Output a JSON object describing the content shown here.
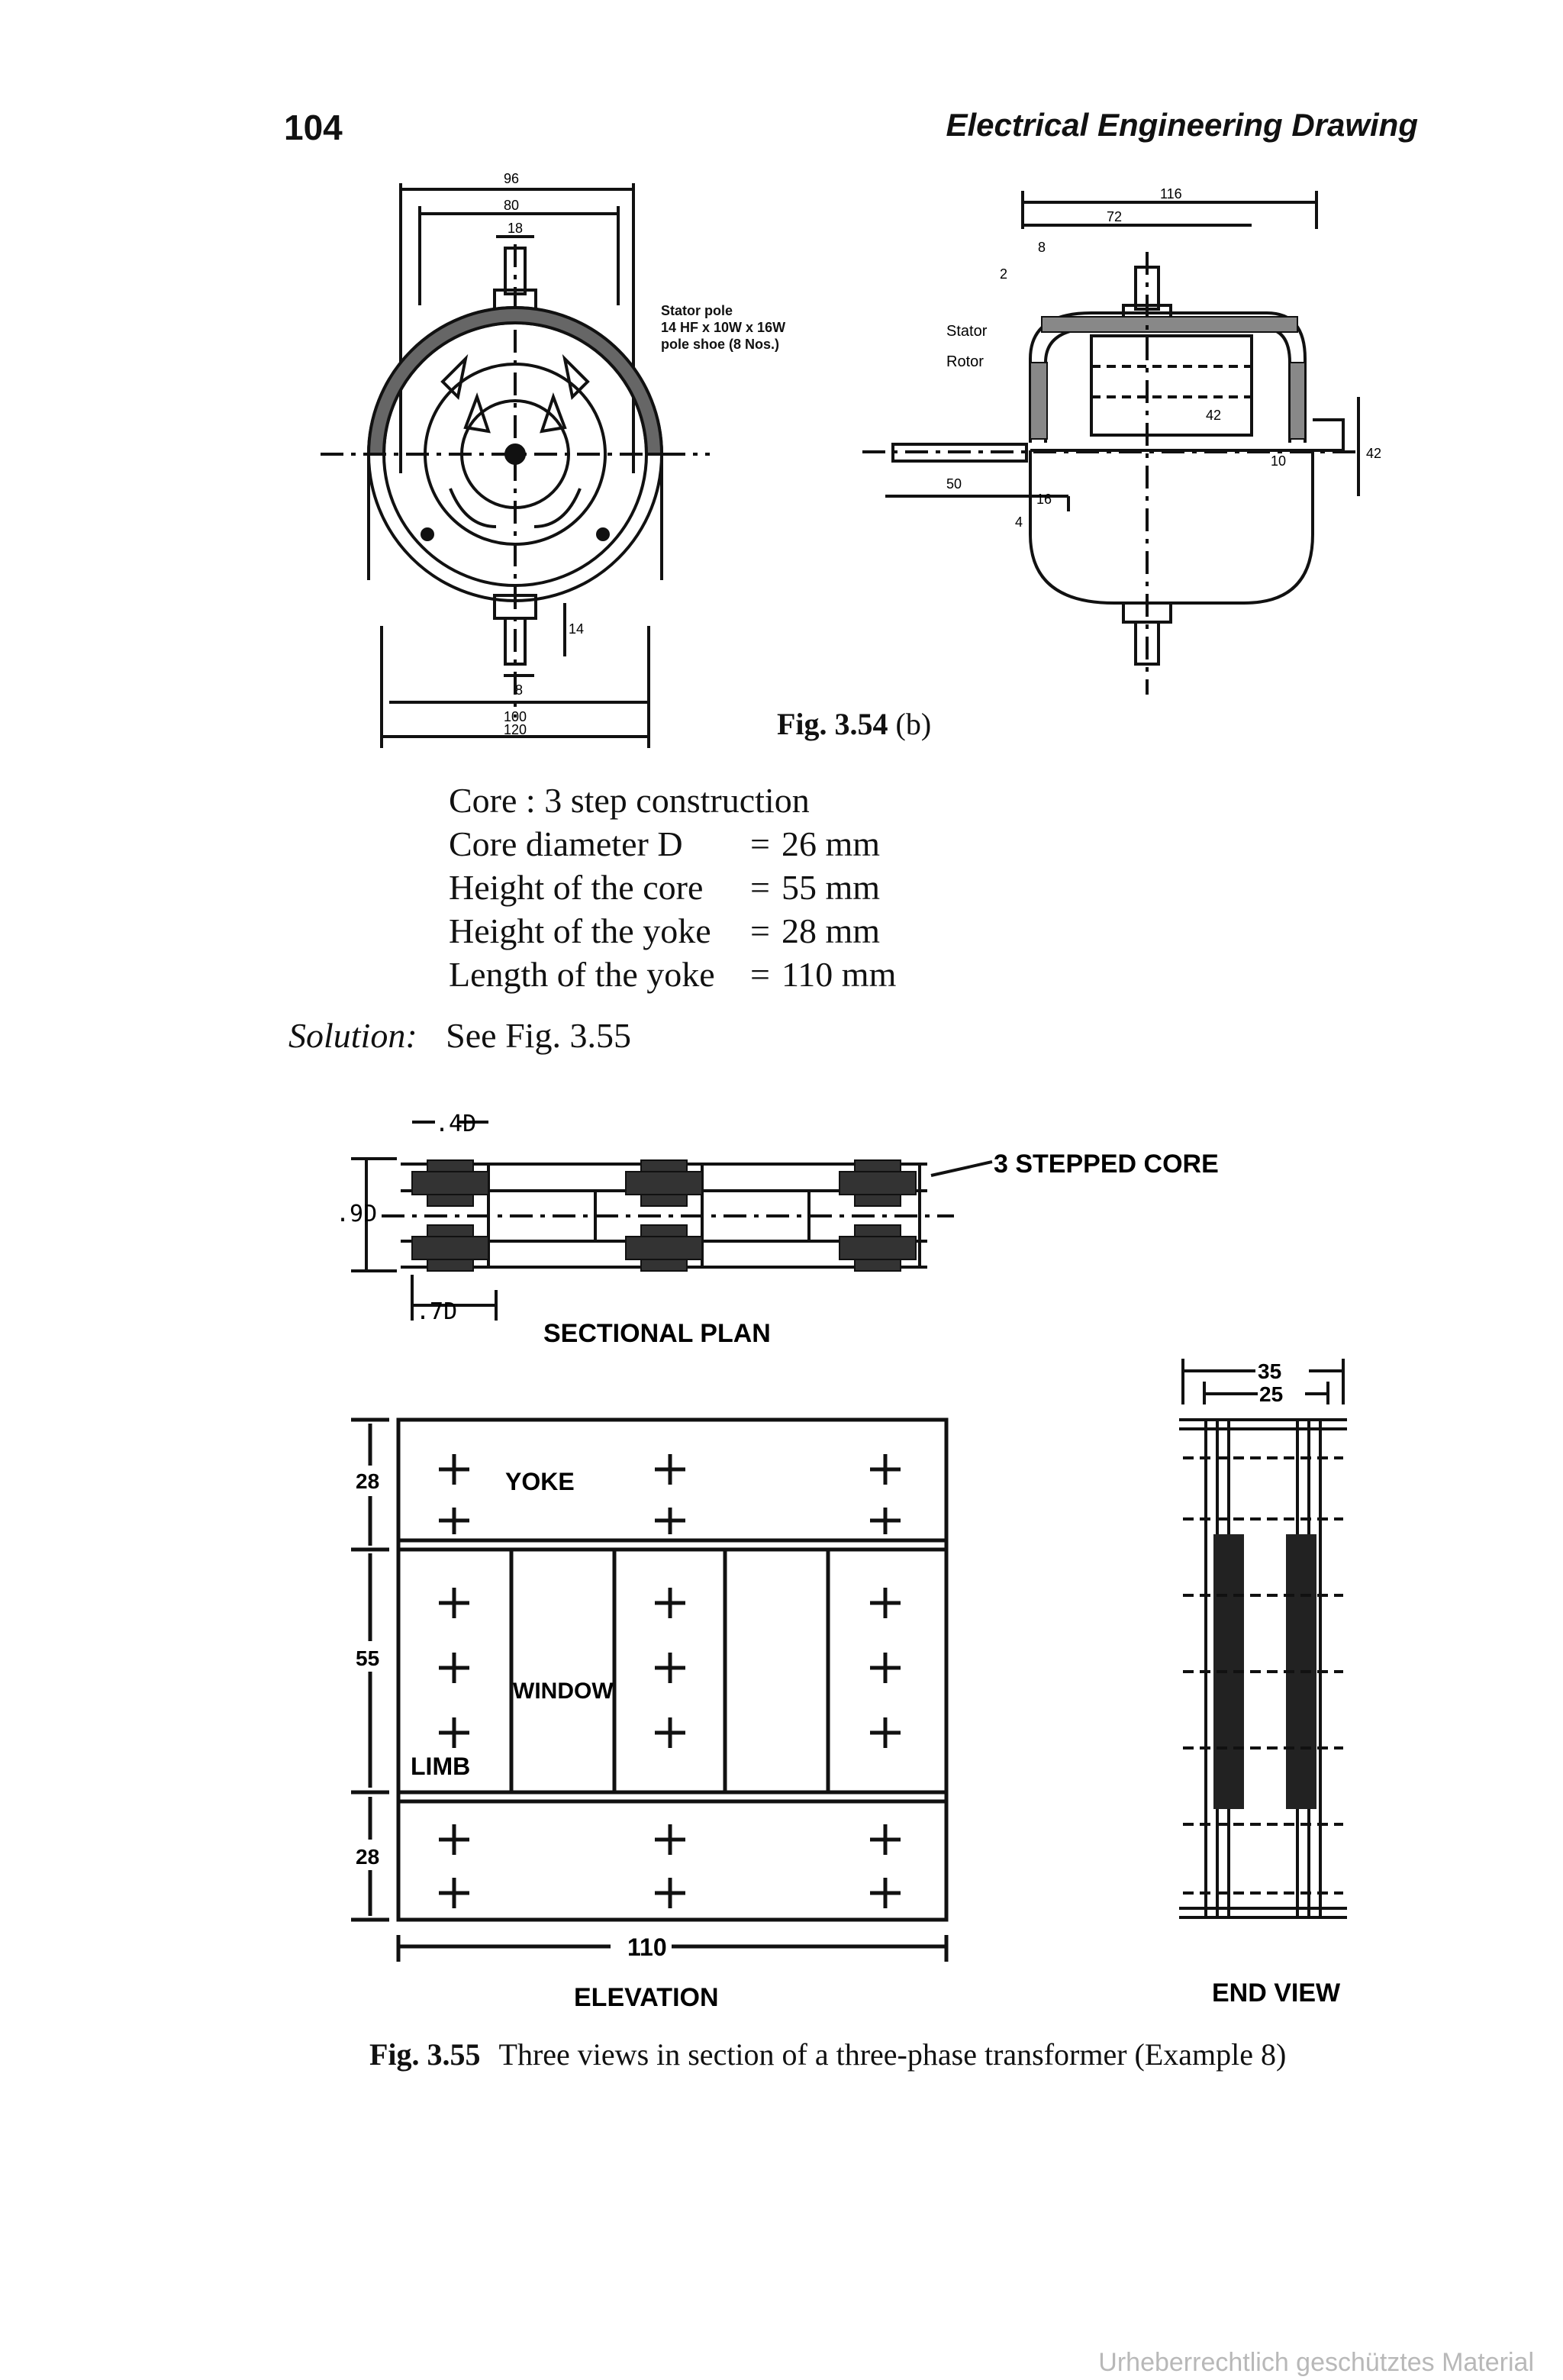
{
  "header": {
    "page_number": "104",
    "book_title": "Electrical Engineering Drawing"
  },
  "fig354": {
    "caption_label": "Fig. 3.54",
    "caption_suffix": "(b)",
    "left_dims": {
      "d96": "96",
      "d80": "80",
      "d18": "18",
      "d100": "100",
      "d120": "120",
      "d8": "8",
      "d14": "14"
    },
    "left_note": [
      "Stator pole",
      "14 HF x 10W x 16W",
      "pole shoe (8 Nos.)"
    ],
    "right_dims": {
      "d116": "116",
      "d72": "72",
      "d8": "8",
      "d2": "2",
      "d42a": "42",
      "d42b": "42",
      "d50": "50",
      "d16": "16",
      "d10": "10",
      "d4": "4"
    },
    "right_labels": {
      "stator": "Stator",
      "rotor": "Rotor"
    }
  },
  "spec": {
    "lines": [
      {
        "label": "Core : 3 step construction",
        "value": ""
      },
      {
        "label": "Core diameter D",
        "value": "26 mm"
      },
      {
        "label": "Height of the core",
        "value": "55 mm"
      },
      {
        "label": "Height of the yoke",
        "value": "28 mm"
      },
      {
        "label": "Length of the yoke",
        "value": "110 mm"
      }
    ],
    "equals": "="
  },
  "solution": {
    "label": "Solution:",
    "text": "See Fig. 3.55"
  },
  "fig355": {
    "plan": {
      "dim_4d": ".4D",
      "dim_9d": ".9D",
      "dim_7d": ".7D",
      "stepped_core": "3 STEPPED CORE",
      "title": "SECTIONAL PLAN"
    },
    "elevation": {
      "yoke": "YOKE",
      "window": "WINDOW",
      "limb": "LIMB",
      "dim_28_top": "28",
      "dim_55": "55",
      "dim_28_bottom": "28",
      "dim_110": "110",
      "title": "ELEVATION"
    },
    "end_view": {
      "dim_35": "35",
      "dim_25": "25",
      "title": "END VIEW"
    },
    "caption_label": "Fig. 3.55",
    "caption_text": "Three views in section of a three-phase transformer (Example 8)"
  },
  "watermark": "Urheberrechtlich geschütztes Material"
}
